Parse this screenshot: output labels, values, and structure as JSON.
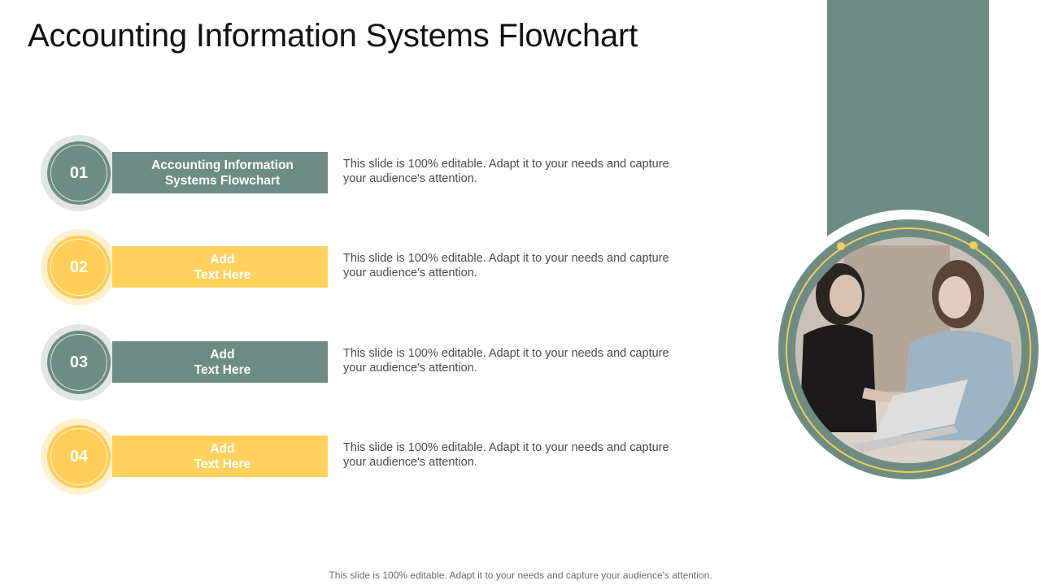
{
  "slide": {
    "title": "Accounting Information Systems Flowchart",
    "footer": "This slide is 100% editable. Adapt it to your needs and capture your audience's attention."
  },
  "colors": {
    "green": "#6e8c84",
    "yellow": "#fdcd57",
    "text": "#4a4a4a"
  },
  "steps": [
    {
      "number": "01",
      "label": "Accounting Information\nSystems Flowchart",
      "description": "This slide is 100% editable. Adapt it to your needs and capture your audience's attention.",
      "color": "green"
    },
    {
      "number": "02",
      "label": "Add\nText Here",
      "description": "This slide is 100% editable. Adapt it to your needs and capture your audience's attention.",
      "color": "yellow"
    },
    {
      "number": "03",
      "label": "Add\nText Here",
      "description": "This slide is 100% editable. Adapt it to your needs and capture your audience's attention.",
      "color": "green"
    },
    {
      "number": "04",
      "label": "Add\nText Here",
      "description": "This slide is 100% editable. Adapt it to your needs and capture your audience's attention.",
      "color": "yellow"
    }
  ],
  "image": {
    "alt": "two-women-talking-with-laptop-photo"
  }
}
